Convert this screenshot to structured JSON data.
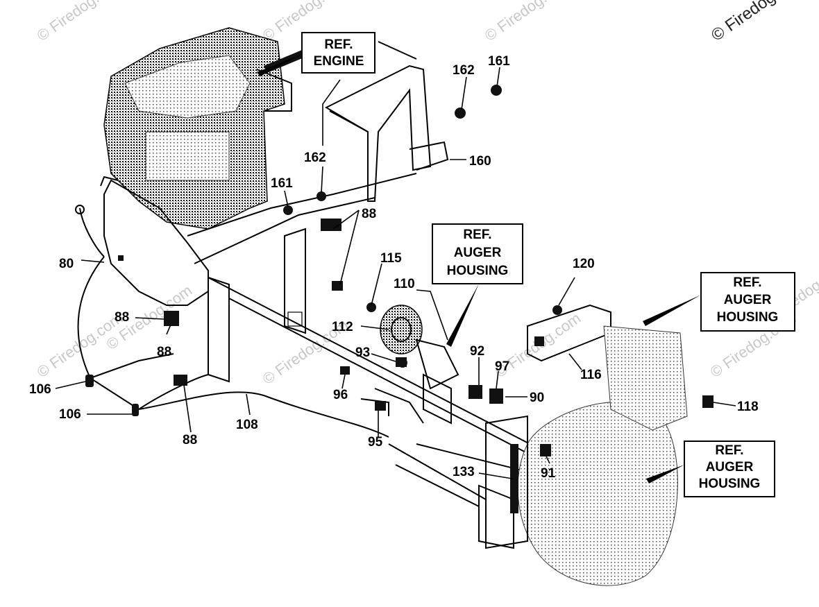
{
  "watermarks": [
    "© Firedog.com",
    "© Firedog.com",
    "© Firedog.com",
    "© Firedog.com",
    "© Firedog.com",
    "© Firedog.com",
    "© Firedog.com",
    "© Firedog.com",
    "© Firedog.com",
    "© Firedog"
  ],
  "ref_boxes": [
    {
      "id": "engine",
      "lines": [
        "REF.",
        "ENGINE"
      ]
    },
    {
      "id": "auger1",
      "lines": [
        "REF.",
        "AUGER",
        "HOUSING"
      ]
    },
    {
      "id": "auger2",
      "lines": [
        "REF.",
        "AUGER",
        "HOUSING"
      ]
    },
    {
      "id": "auger3",
      "lines": [
        "REF.",
        "AUGER",
        "HOUSING"
      ]
    }
  ],
  "part_labels": [
    "162",
    "161",
    "162",
    "160",
    "161",
    "88",
    "80",
    "88",
    "88",
    "106",
    "106",
    "108",
    "88",
    "115",
    "110",
    "112",
    "93",
    "96",
    "95",
    "92",
    "97",
    "90",
    "133",
    "91",
    "120",
    "116",
    "118"
  ]
}
